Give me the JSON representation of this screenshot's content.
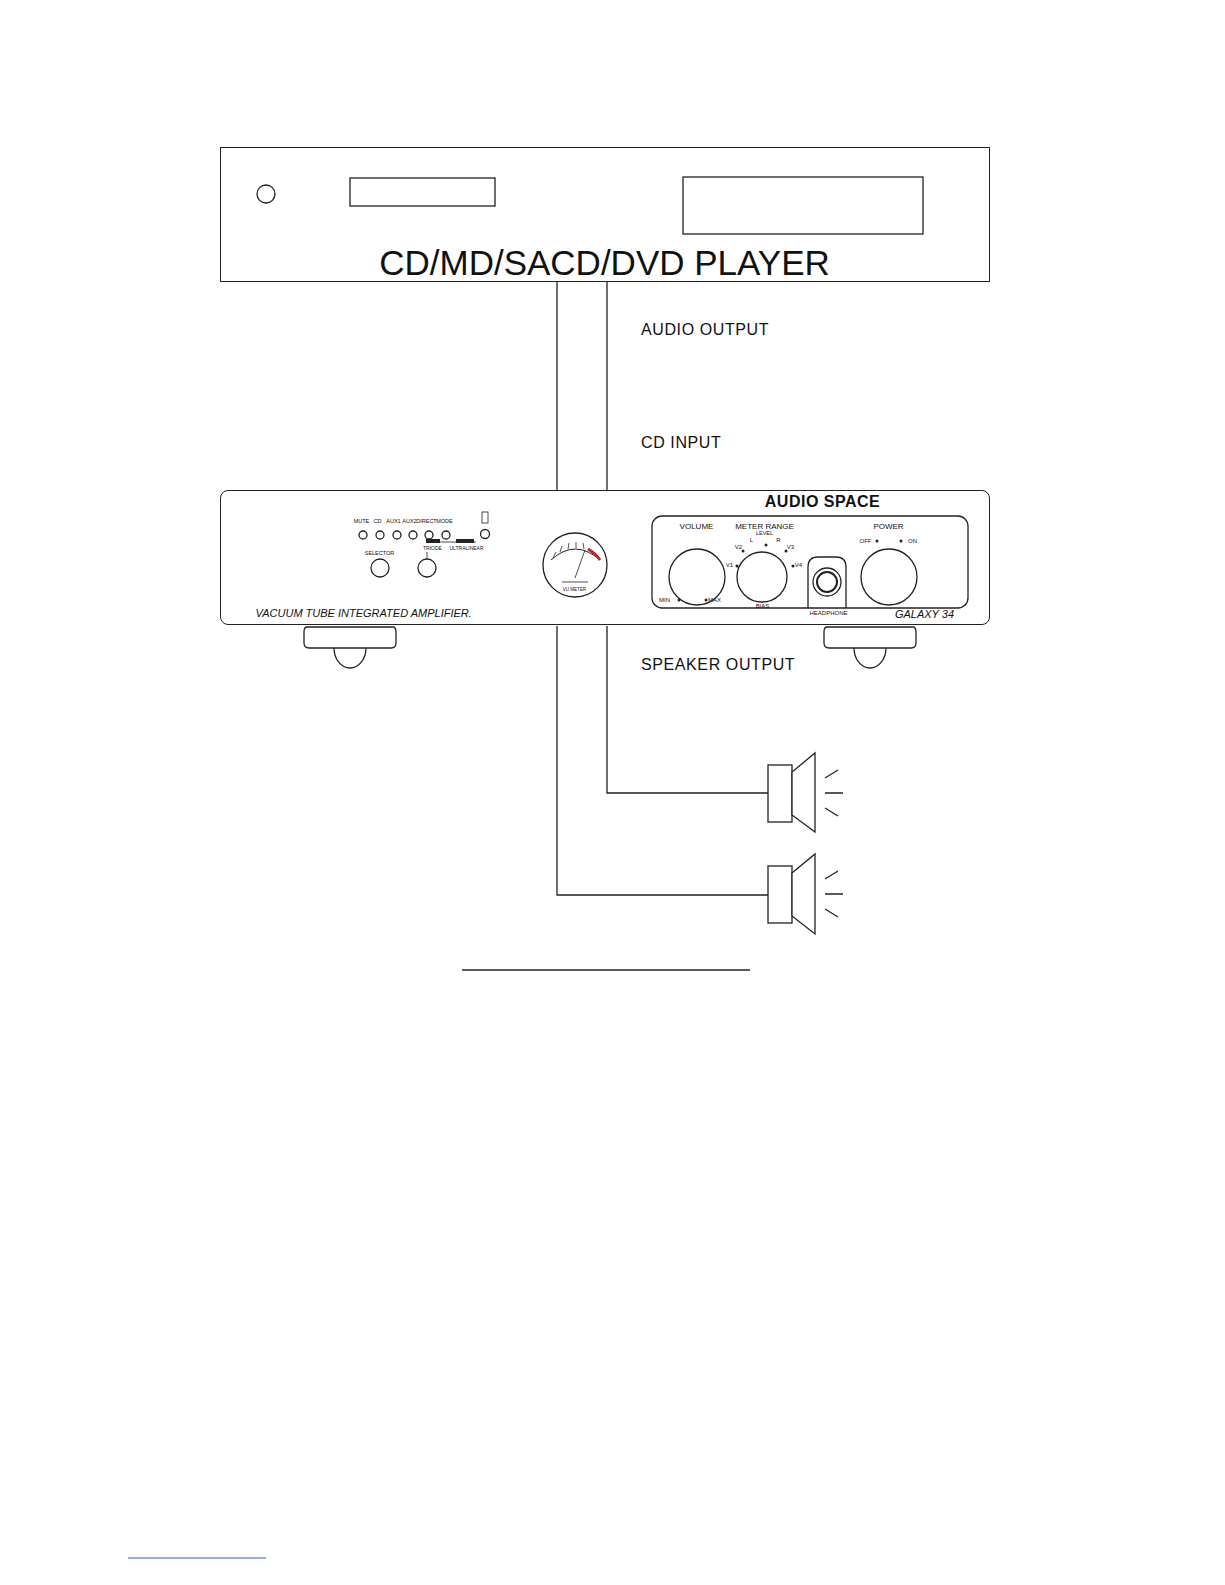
{
  "diagram": {
    "nodes": [
      {
        "text": [
          "CD/MD/SACD/DVD PLAYER"
        ]
      },
      {
        "text": [
          "AUDIO SPACE",
          "MUTE",
          "CD",
          "AUX1",
          "AUX2",
          "DIRECT",
          "MODE",
          "SELECTOR",
          "TRIODE",
          "ULTRALINEAR",
          "VU METER",
          "VOLUME",
          "METER RANGE",
          "LEVEL",
          "L",
          "R",
          "V2",
          "V3",
          "V1",
          "V4",
          "MIN",
          "MAX",
          "BIAS",
          "POWER",
          "OFF",
          "ON",
          "HEADPHONE",
          "VACUUM TUBE INTEGRATED AMPLIFIER.",
          "GALAXY 34"
        ]
      }
    ],
    "edges": [
      {
        "from": 0,
        "to": 1,
        "arrow": "none"
      },
      {
        "from": 0,
        "to": 1,
        "arrow": "none"
      }
    ],
    "labels": [
      "AUDIO OUTPUT",
      "CD INPUT",
      "SPEAKER OUTPUT"
    ]
  }
}
